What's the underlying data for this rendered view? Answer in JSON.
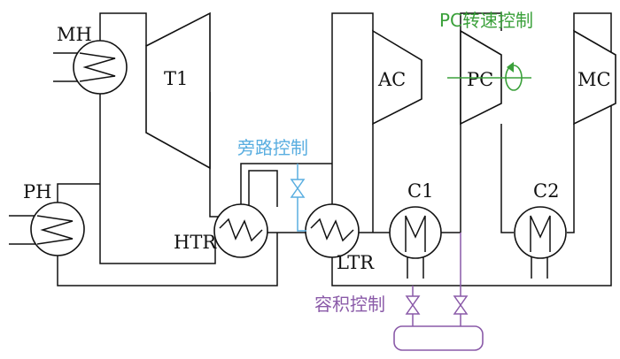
{
  "labels": {
    "mh": "MH",
    "ph": "PH",
    "t1": "T1",
    "ac": "AC",
    "pc": "PC",
    "mc": "MC",
    "htr": "HTR",
    "ltr": "LTR",
    "c1": "C1",
    "c2": "C2"
  },
  "annotations": {
    "pc_speed_control": "PC转速控制",
    "bypass_control": "旁路控制",
    "volume_control": "容积控制"
  },
  "colors": {
    "line": "#111111",
    "speed_control": "#3aa03a",
    "bypass": "#5aaee0",
    "volume": "#8a5aa8"
  }
}
